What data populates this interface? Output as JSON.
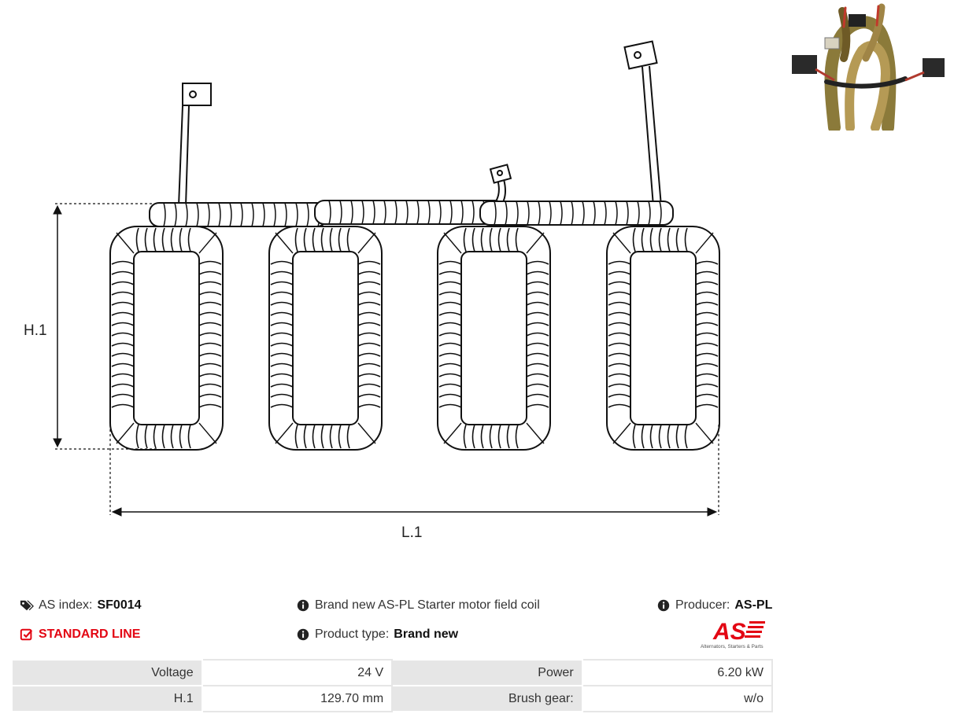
{
  "drawing": {
    "height_label": "H.1",
    "length_label": "L.1",
    "coil_count": 4
  },
  "product": {
    "index_label": "AS index:",
    "index_value": "SF0014",
    "line_label": "STANDARD LINE",
    "description": "Brand new AS-PL Starter motor field coil",
    "type_label": "Product type:",
    "type_value": "Brand new",
    "producer_label": "Producer:",
    "producer_value": "AS-PL"
  },
  "logo": {
    "mark": "AS",
    "tagline": "Alternators, Starters & Parts",
    "color": "#e30613"
  },
  "specs": [
    {
      "label": "Voltage",
      "value": "24 V",
      "label2": "Power",
      "value2": "6.20 kW"
    },
    {
      "label": "H.1",
      "value": "129.70 mm",
      "label2": "Brush gear:",
      "value2": "w/o"
    }
  ],
  "colors": {
    "accent": "#e30613",
    "table_label_bg": "#e6e6e6"
  }
}
